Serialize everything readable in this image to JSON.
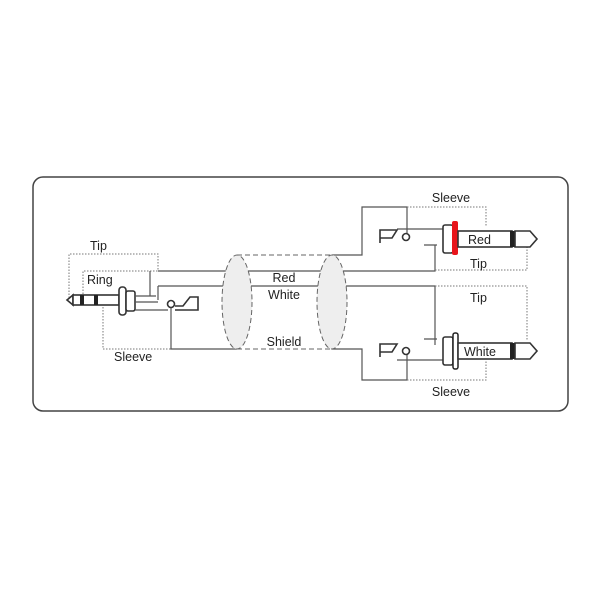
{
  "left_plug": {
    "tip": "Tip",
    "ring": "Ring",
    "sleeve": "Sleeve"
  },
  "cable": {
    "red": "Red",
    "white": "White",
    "shield": "Shield"
  },
  "top_jack": {
    "sleeve": "Sleeve",
    "color": "Red",
    "tip": "Tip",
    "collar_color": "#e8151b"
  },
  "bottom_jack": {
    "tip": "Tip",
    "color": "White",
    "sleeve": "Sleeve"
  }
}
